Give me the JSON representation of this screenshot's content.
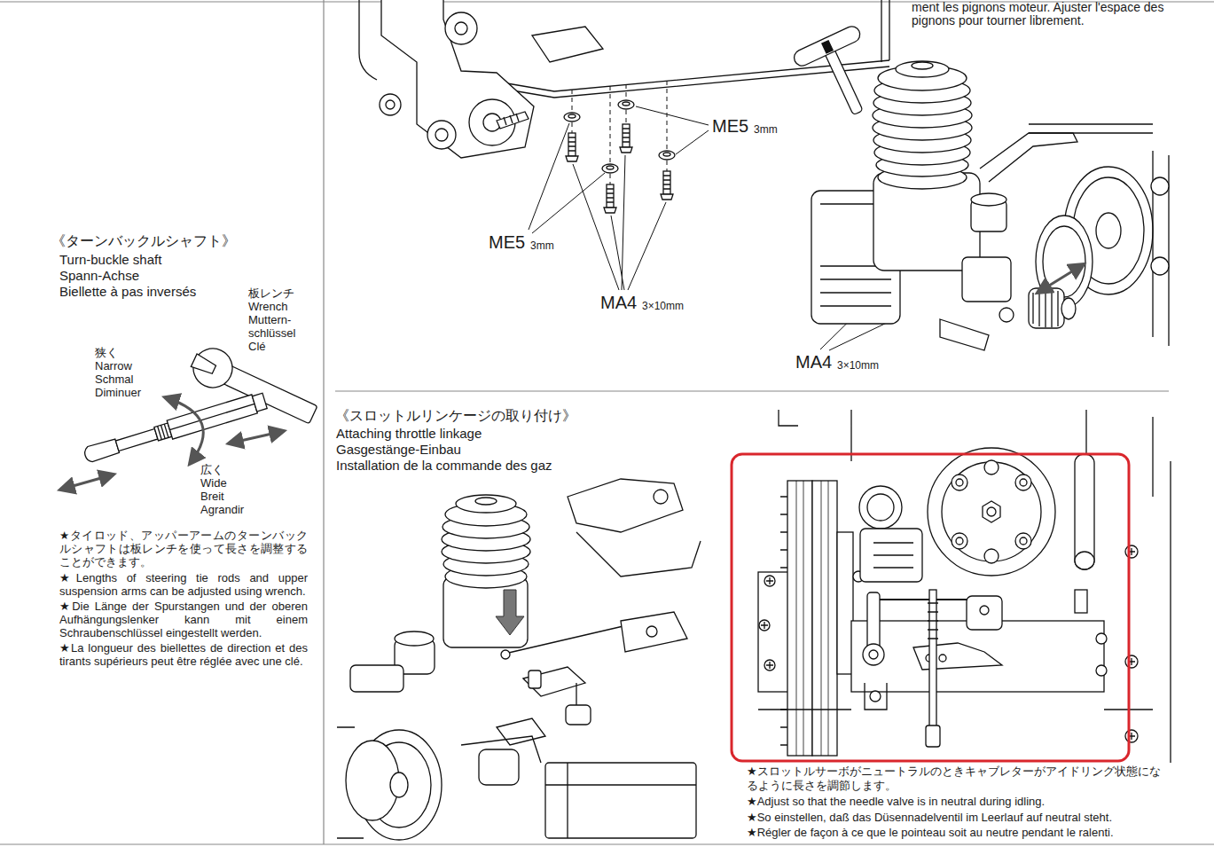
{
  "diagram": {
    "labels": [
      "ment les pignons moteur. Ajuster l'espace des pignons pour tourner librement.",
      "ME5",
      "3mm",
      "ME5",
      "3mm",
      "MA4",
      "3×10mm",
      "MA4",
      "3×10mm",
      "《ターンバックルシャフト》",
      "Turn-buckle shaft",
      "Spann-Achse",
      "Biellette à pas inversés",
      "板レンチ Wrench Muttern-schlüssel Clé",
      "狭く Narrow Schmal Diminuer",
      "広く Wide Breit Agrandir",
      "★タイロッド、アッパーアームのターンバックルシャフトは板レンチを使って長さを調整することができます。",
      "★Lengths of steering tie rods and upper suspension arms can be adjusted using wrench.",
      "★Die Länge der Spurstangen und der oberen Aufhängungslenker kann mit einem Schraubenschlüssel eingestellt werden.",
      "★La longueur des biellettes de direction et des tirants supérieurs peut être réglée avec une clé.",
      "《スロットルリンケージの取り付け》",
      "Attaching throttle linkage",
      "Gasgestänge-Einbau",
      "Installation de la commande des gaz",
      "★スロットルサーボがニュートラルのときキャブレターがアイドリング状態になるように長さを調節します。",
      "★Adjust so that the needle valve is in neutral during idling.",
      "★So einstellen, daß das Düsennadelventil im Leerlauf auf neutral steht.",
      "★Régler de façon à ce que le pointeau soit au neutre pendant le ralenti."
    ]
  }
}
